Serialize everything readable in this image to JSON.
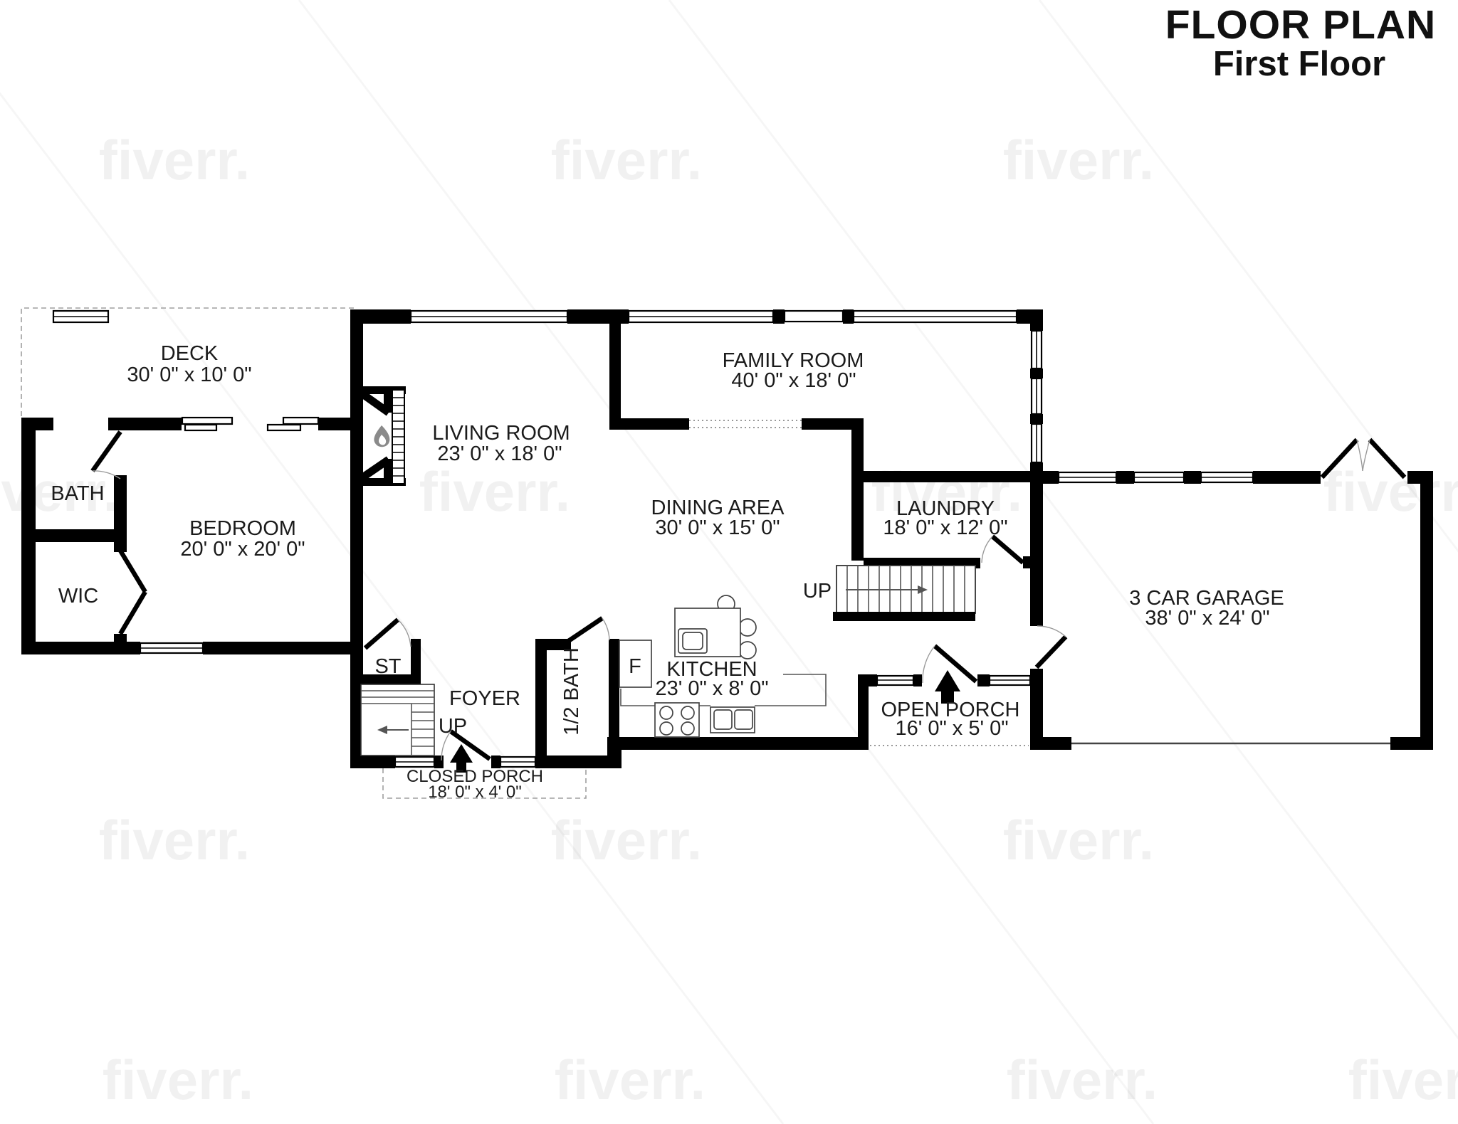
{
  "title": {
    "line1": "FLOOR PLAN",
    "line2": "First Floor"
  },
  "watermark": {
    "text": "fiverr."
  },
  "rooms": {
    "deck": {
      "name": "DECK",
      "dims": "30' 0\" x 10' 0\""
    },
    "bath": {
      "name": "BATH"
    },
    "wic": {
      "name": "WIC"
    },
    "bedroom": {
      "name": "BEDROOM",
      "dims": "20' 0\" x 20' 0\""
    },
    "living_room": {
      "name": "LIVING ROOM",
      "dims": "23' 0\" x 18' 0\""
    },
    "family_room": {
      "name": "FAMILY ROOM",
      "dims": "40' 0\" x 18' 0\""
    },
    "dining_area": {
      "name": "DINING AREA",
      "dims": "30' 0\" x 15' 0\""
    },
    "laundry": {
      "name": "LAUNDRY",
      "dims": "18' 0\" x 12' 0\""
    },
    "kitchen": {
      "name": "KITCHEN",
      "dims": "23' 0\" x 8' 0\""
    },
    "half_bath": {
      "name": "1/2 BATH"
    },
    "foyer": {
      "name": "FOYER"
    },
    "storage": {
      "name": "ST"
    },
    "garage": {
      "name": "3 CAR GARAGE",
      "dims": "38' 0\" x 24' 0\""
    },
    "open_porch": {
      "name": "OPEN PORCH",
      "dims": "16' 0\" x 5' 0\""
    },
    "closed_porch": {
      "name": "CLOSED PORCH",
      "dims": "18' 0\" x 4' 0\""
    }
  },
  "annotations": {
    "up_main": "UP",
    "up_foyer": "UP",
    "fridge": "F"
  }
}
